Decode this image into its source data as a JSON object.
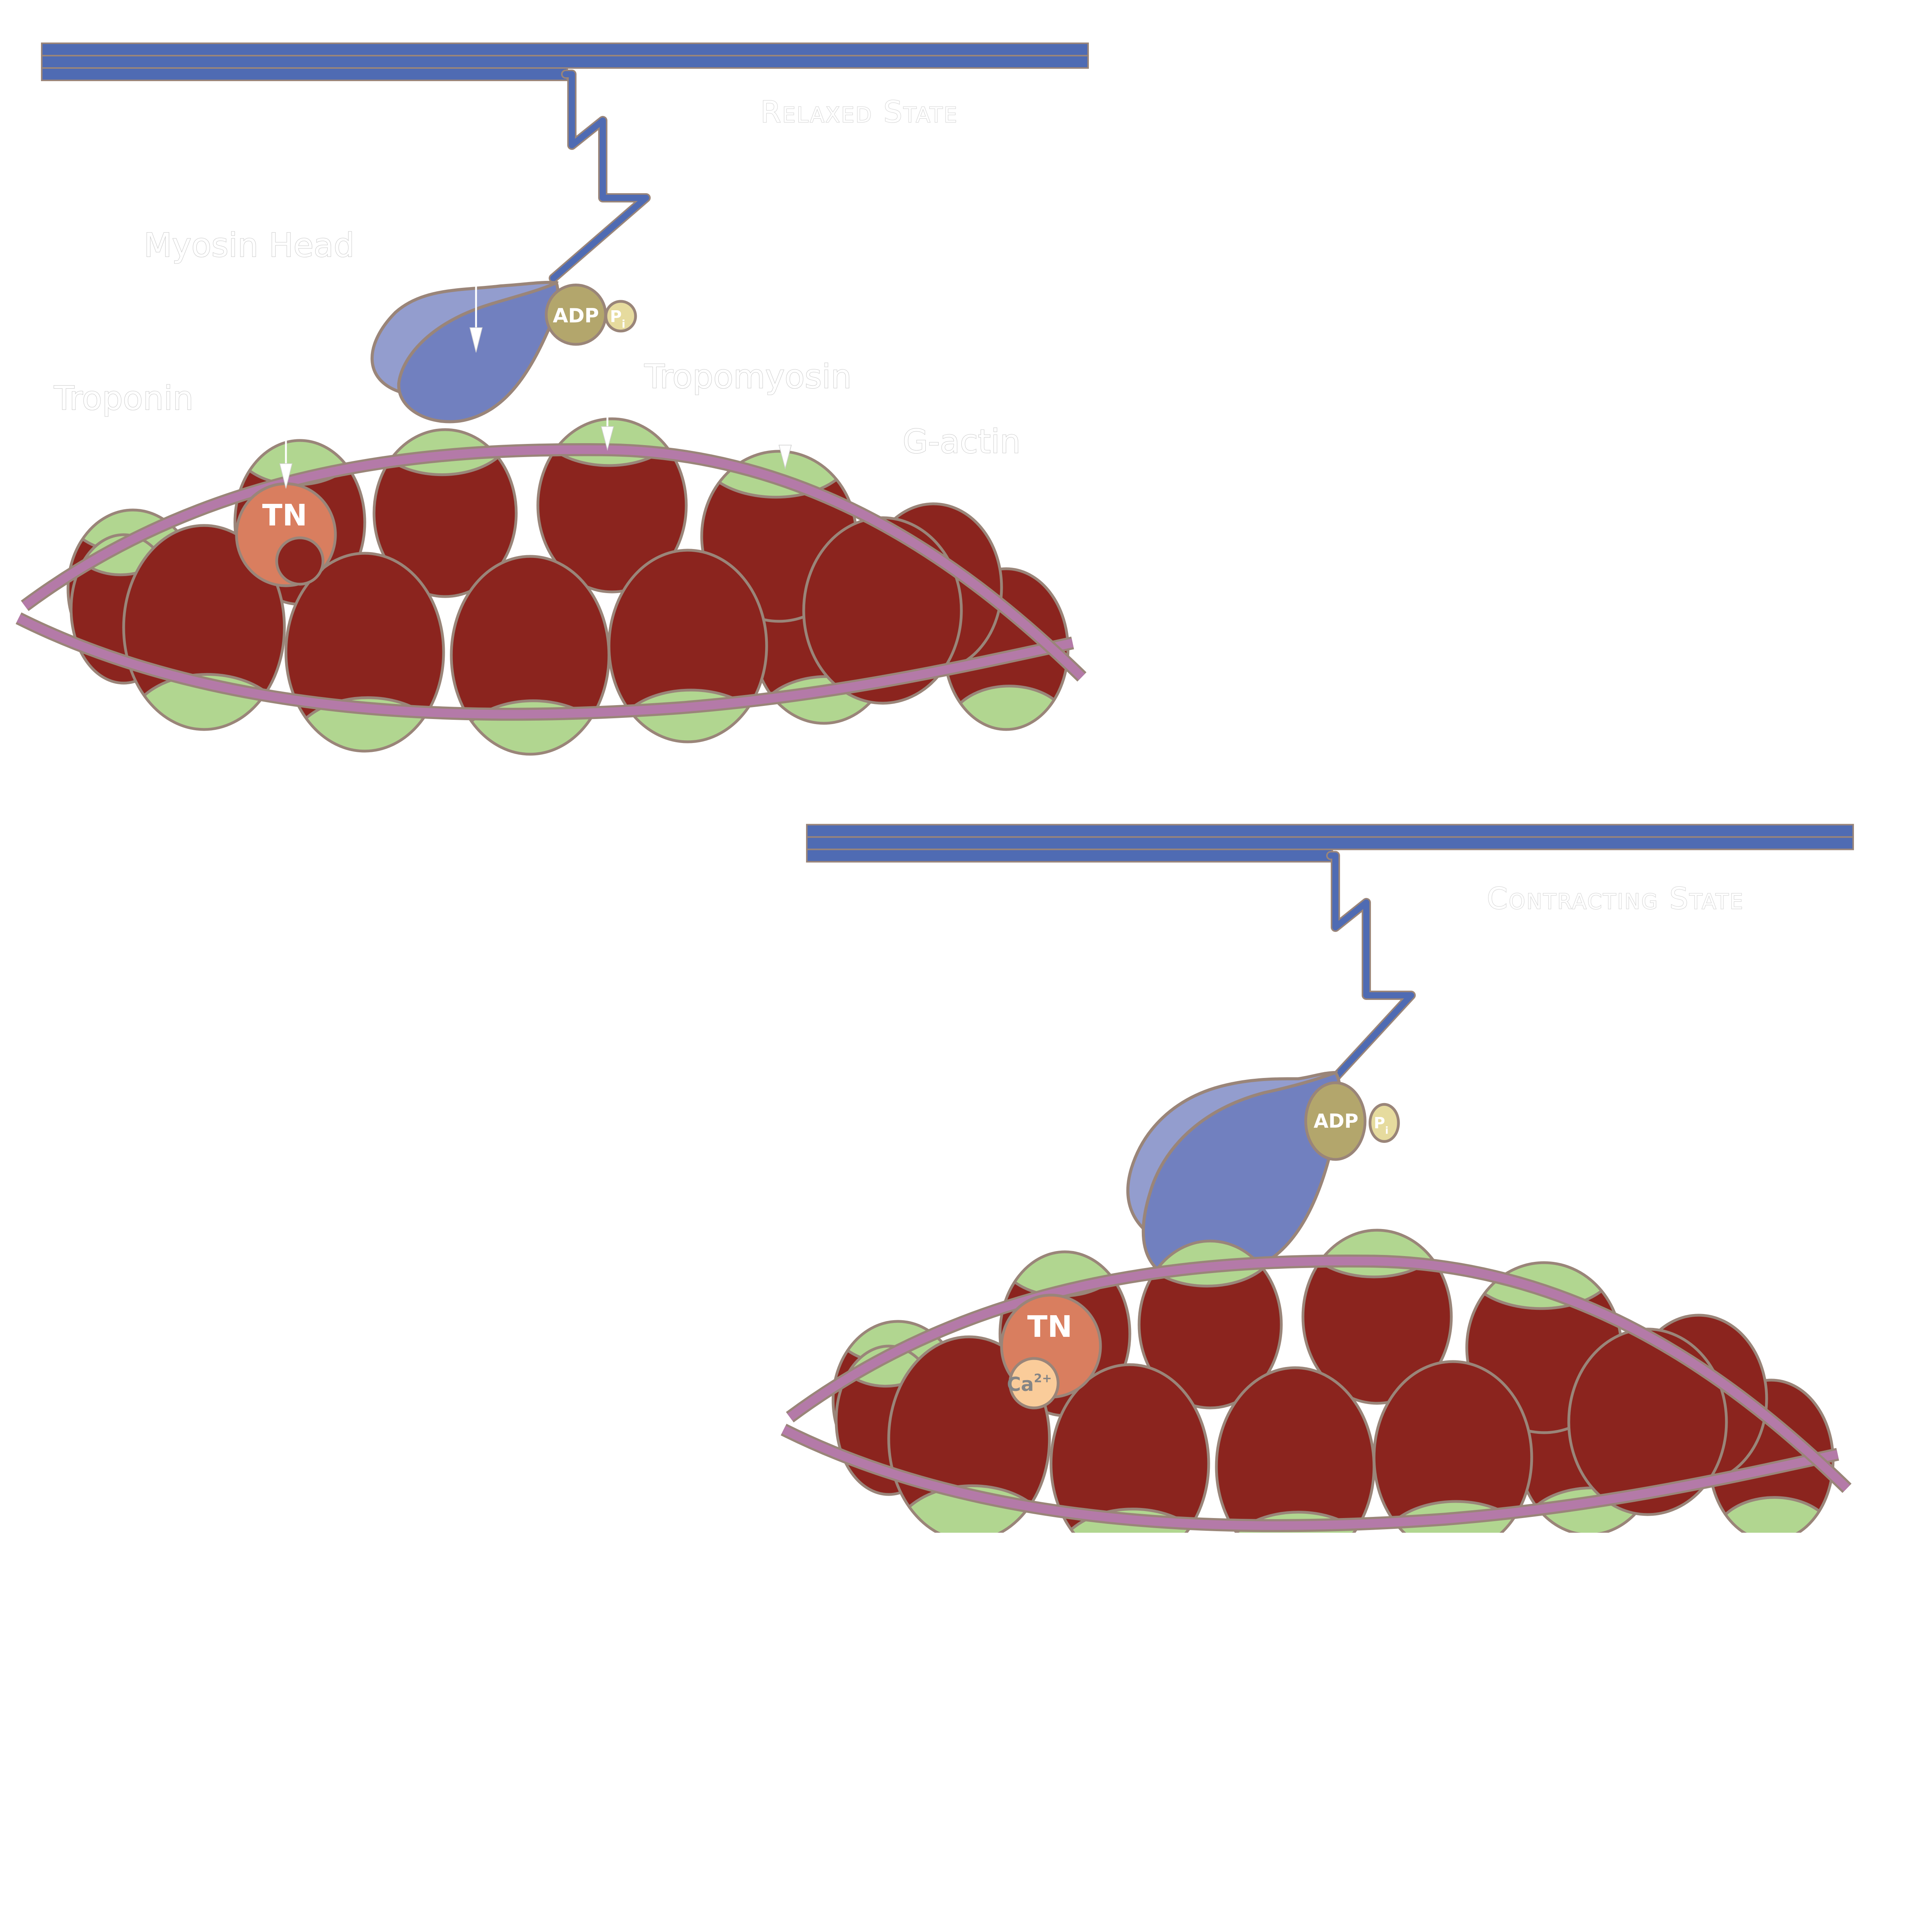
{
  "panels": [
    {
      "id": "relaxed",
      "title": "Relaxed State",
      "labels": {
        "myosin_head": "Myosin Head",
        "troponin": "Troponin",
        "tropomyosin": "Tropomyosin",
        "g_actin": "G-actin"
      },
      "troponin_text": "TN",
      "troponin_bound_ion": null,
      "adp_text": "ADP",
      "pi_text": "P",
      "pi_subscript": "i"
    },
    {
      "id": "contracting",
      "title": "Contracting State",
      "troponin_text": "TN",
      "ca_text": "Ca",
      "ca_superscript": "2+",
      "adp_text": "ADP",
      "pi_text": "P",
      "pi_subscript": "i"
    }
  ],
  "colors": {
    "thick_filament": "#4F6BB3",
    "myosin_head": "#7180BF",
    "myosin_head_light": "#939DCE",
    "outline": "#9A8579",
    "actin_bead": "#8B241E",
    "actin_binding_site": "#B1D690",
    "tropomyosin": "#B47AA8",
    "troponin": "#D97E5F",
    "calcium": "#FACC9A",
    "adp": "#B3A66C",
    "phosphate": "#E6DB9E"
  }
}
